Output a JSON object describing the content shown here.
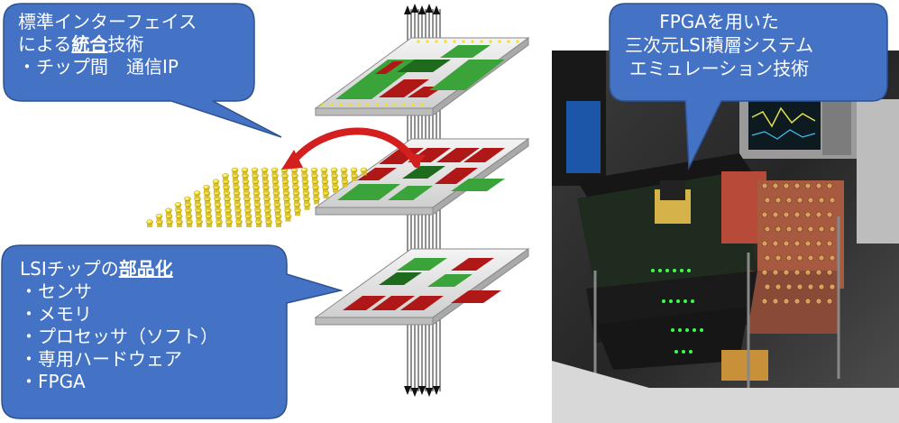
{
  "callout_top_left": {
    "line1": "標準インターフェイス",
    "line2_prefix": "による",
    "line2_bold": "統合",
    "line2_suffix": "技術",
    "line3": "・チップ間　通信IP"
  },
  "callout_bottom_left": {
    "title_prefix": "LSIチップの",
    "title_bold": "部品化",
    "items": [
      "・センサ",
      "・メモリ",
      "・プロセッサ（ソフト）",
      "・専用ハードウェア",
      "・FPGA"
    ]
  },
  "callout_photo": {
    "line1": "FPGAを用いた",
    "line2": "三次元LSI積層システム",
    "line3": "エミュレーション技術"
  },
  "colors": {
    "callout_fill": "#4472c4",
    "callout_stroke": "#2f528f",
    "chip_green": "#3aa33a",
    "chip_dark_green": "#1e6b1e",
    "chip_red": "#b01818",
    "pin_yellow": "#f5e020",
    "arrow_red": "#d41f1f"
  }
}
